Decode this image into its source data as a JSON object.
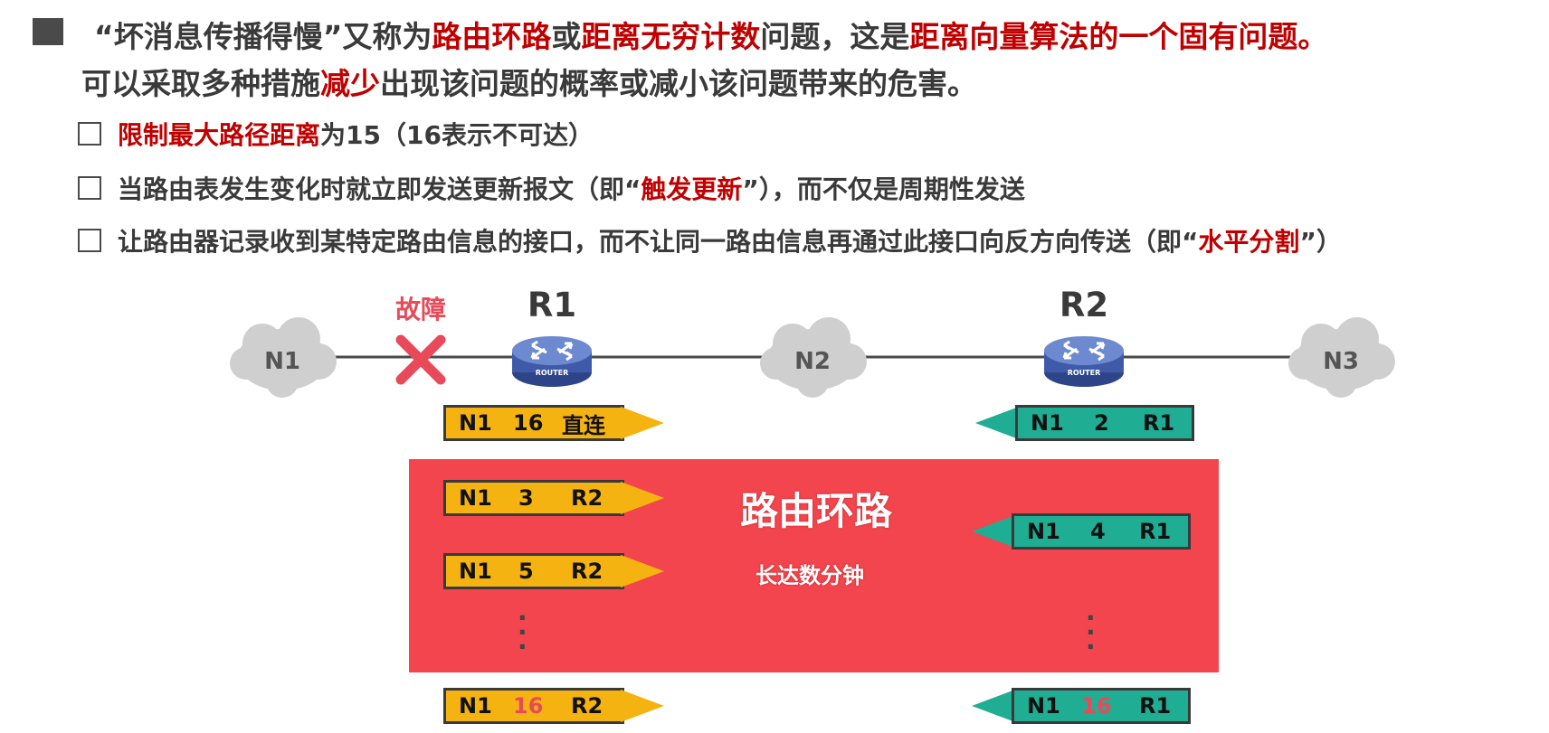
{
  "text": {
    "line1": {
      "p1": "“坏消息传播得慢”又称为",
      "p2": "路由环路",
      "p3": "或",
      "p4": "距离无穷计数",
      "p5": "问题，这是",
      "p6": "距离向量算法的一个固有问题。"
    },
    "line2": {
      "p1": "可以采取多种措施",
      "p2": "减少",
      "p3": "出现该问题的概率或减小该问题带来的危害。"
    },
    "items": [
      {
        "red": "限制最大路径距离",
        "rest": "为15（16表示不可达）"
      },
      {
        "p1": "当路由表发生变化时就立即发送更新报文（即“",
        "red": "触发更新",
        "p2": "”），而不仅是周期性发送"
      },
      {
        "p1": "让路由器记录收到某特定路由信息的接口，而不让同一路由信息再通过此接口向反方向传送（即“",
        "red": "水平分割",
        "p2": "”）"
      }
    ]
  },
  "diagram": {
    "networks": [
      "N1",
      "N2",
      "N3"
    ],
    "routers": [
      "R1",
      "R2"
    ],
    "router_badge": "ROUTER",
    "fault_label": "故障",
    "loop_title": "路由环路",
    "loop_subtitle": "长达数分钟",
    "messages": {
      "r1_first": {
        "net": "N1",
        "dist": "16",
        "next": "直连"
      },
      "r2_first": {
        "net": "N1",
        "dist": "2",
        "next": "R1"
      },
      "r1_second": {
        "net": "N1",
        "dist": "3",
        "next": "R2"
      },
      "r2_second": {
        "net": "N1",
        "dist": "4",
        "next": "R1"
      },
      "r1_third": {
        "net": "N1",
        "dist": "5",
        "next": "R2"
      },
      "r1_last": {
        "net": "N1",
        "dist": "16",
        "next": "R2"
      },
      "r2_last": {
        "net": "N1",
        "dist": "16",
        "next": "R1"
      }
    },
    "colors": {
      "accent_red": "#c00000",
      "loop_panel": "#f2454e",
      "r1_message": "#f5b311",
      "r2_message": "#1fae93",
      "fault": "#e84a5a",
      "router_body": "#3f5aa8"
    }
  }
}
